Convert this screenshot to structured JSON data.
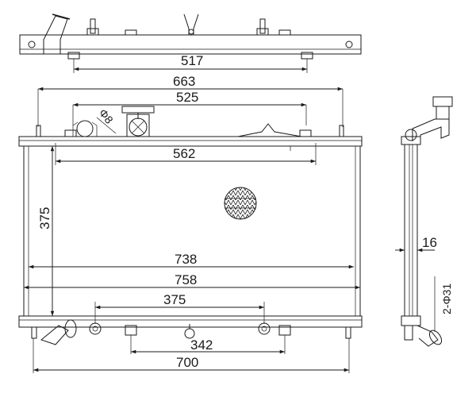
{
  "dimensions": {
    "top_bracket_width": "517",
    "overall_tank_width": "663",
    "filler_offset": "525",
    "core_inner_top": "562",
    "core_width": "738",
    "overall_width": "758",
    "bottom_span": "375",
    "bottom_mount_span": "342",
    "bottom_overall": "700",
    "core_height": "375",
    "core_thickness": "16",
    "cap_diameter": "Φ8",
    "outlet_diameter": "2-Φ31"
  }
}
